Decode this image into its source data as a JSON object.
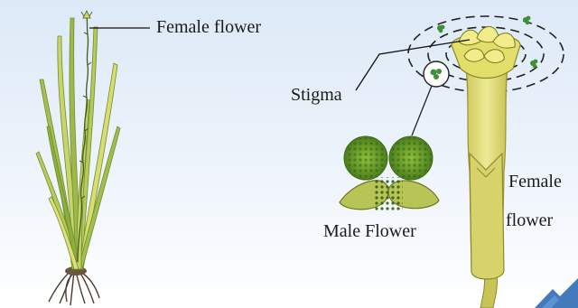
{
  "labels": {
    "female_flower_top": "Female flower",
    "stigma": "Stigma",
    "male_flower": "Male Flower",
    "female_flower_right_line1": "Female",
    "female_flower_right_line2": "flower"
  },
  "colors": {
    "background_top": "#e2edf8",
    "background_bottom": "#ffffff",
    "leaf_green": "#9bb64a",
    "leaf_yellow": "#e3e06a",
    "stalk_yellow": "#e5e27c",
    "pollen_green": "#5f8f22",
    "pollen_grain": "#2f7a2a",
    "roots": "#5b4636",
    "dashed_ripples": "#222222",
    "watermark": "#2d6bb3"
  }
}
